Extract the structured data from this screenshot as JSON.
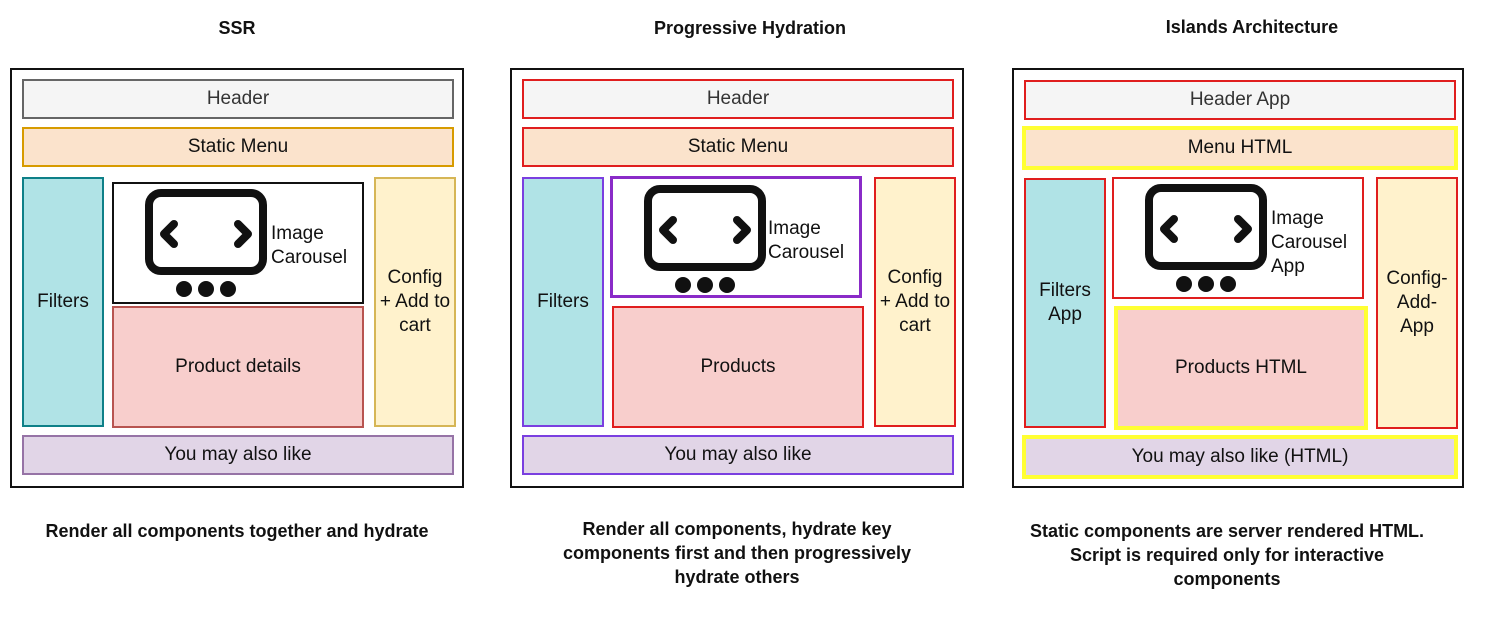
{
  "panels": [
    {
      "title": "SSR",
      "caption": "Render all components together and hydrate",
      "header": "Header",
      "menu": "Static Menu",
      "filters": "Filters",
      "carousel": "Image\nCarousel",
      "config": "Config\n+ Add to\ncart",
      "products": "Product details",
      "also_like": "You may also like"
    },
    {
      "title": "Progressive Hydration",
      "caption": "Render all components, hydrate key\ncomponents first and then progressively\nhydrate others",
      "header": "Header",
      "menu": "Static Menu",
      "filters": "Filters",
      "carousel": "Image\nCarousel",
      "config": "Config\n+ Add to\ncart",
      "products": "Products",
      "also_like": "You may also like"
    },
    {
      "title": "Islands Architecture",
      "caption": "Static components are server rendered HTML.\nScript is required only for interactive\ncomponents",
      "header": "Header App",
      "menu": "Menu HTML",
      "filters": "Filters\nApp",
      "carousel": "Image\nCarousel\nApp",
      "config": "Config-\nAdd-\nApp",
      "products": "Products HTML",
      "also_like": "You may also like (HTML)"
    }
  ],
  "colors": {
    "gray_fill": "#f5f5f5",
    "orange_fill": "#fbe3cc",
    "teal_fill": "#b0e3e6",
    "yellow_fill": "#fff2cc",
    "pink_fill": "#f8cecc",
    "purple_fill": "#e1d5e7",
    "red_border": "#e01e1e",
    "violet_border": "#7a3fe0",
    "island_border": "#ffff33"
  },
  "icons": [
    "carousel-icon"
  ]
}
